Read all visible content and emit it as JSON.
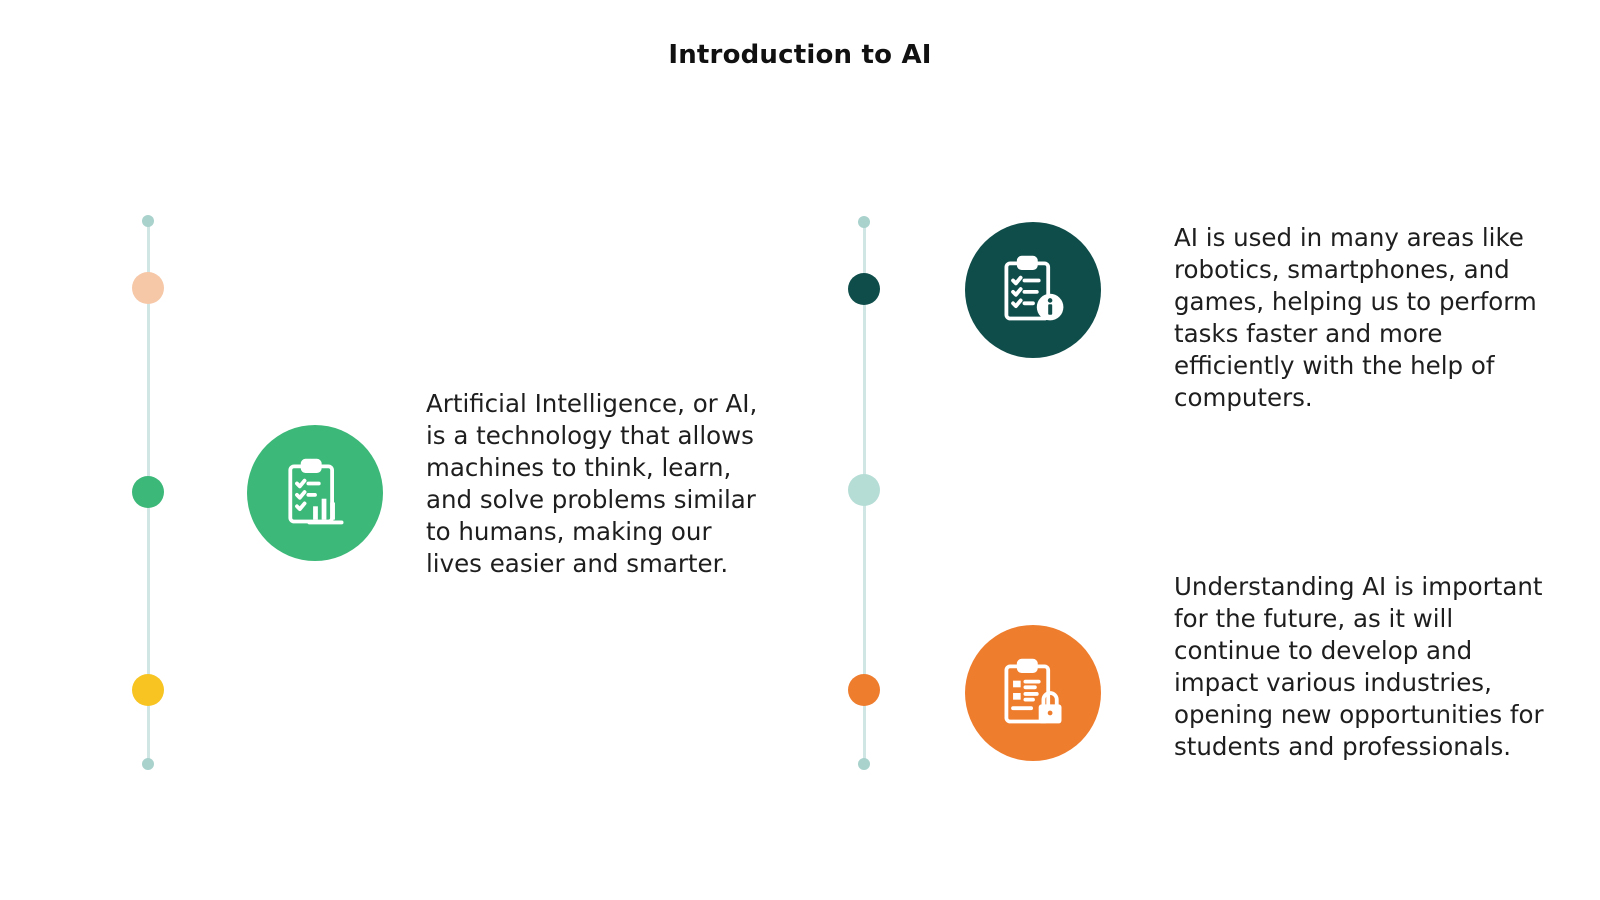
{
  "title": "Introduction to AI",
  "colors": {
    "line": "#d0e6e4",
    "end_dot": "#a9d2cd",
    "peach": "#f6c8a8",
    "green": "#3cb878",
    "yellow": "#f7c422",
    "dark_teal": "#0f4d4a",
    "light_teal": "#b5ddd6",
    "orange": "#ef7d2e"
  },
  "blocks": [
    {
      "icon": "clipboard-chart-icon",
      "color": "#3cb878",
      "text": "Artificial Intelligence, or AI, is a technology that allows machines to think, learn, and solve problems similar to humans, making our lives easier and smarter."
    },
    {
      "icon": "clipboard-info-icon",
      "color": "#0f4d4a",
      "text": "AI is used in many areas like robotics, smartphones, and games, helping us to perform tasks faster and more efficiently with the help of computers."
    },
    {
      "icon": "clipboard-lock-icon",
      "color": "#ef7d2e",
      "text": "Understanding AI is important for the future, as it will continue to develop and impact various industries, opening new opportunities for students and professionals."
    }
  ]
}
